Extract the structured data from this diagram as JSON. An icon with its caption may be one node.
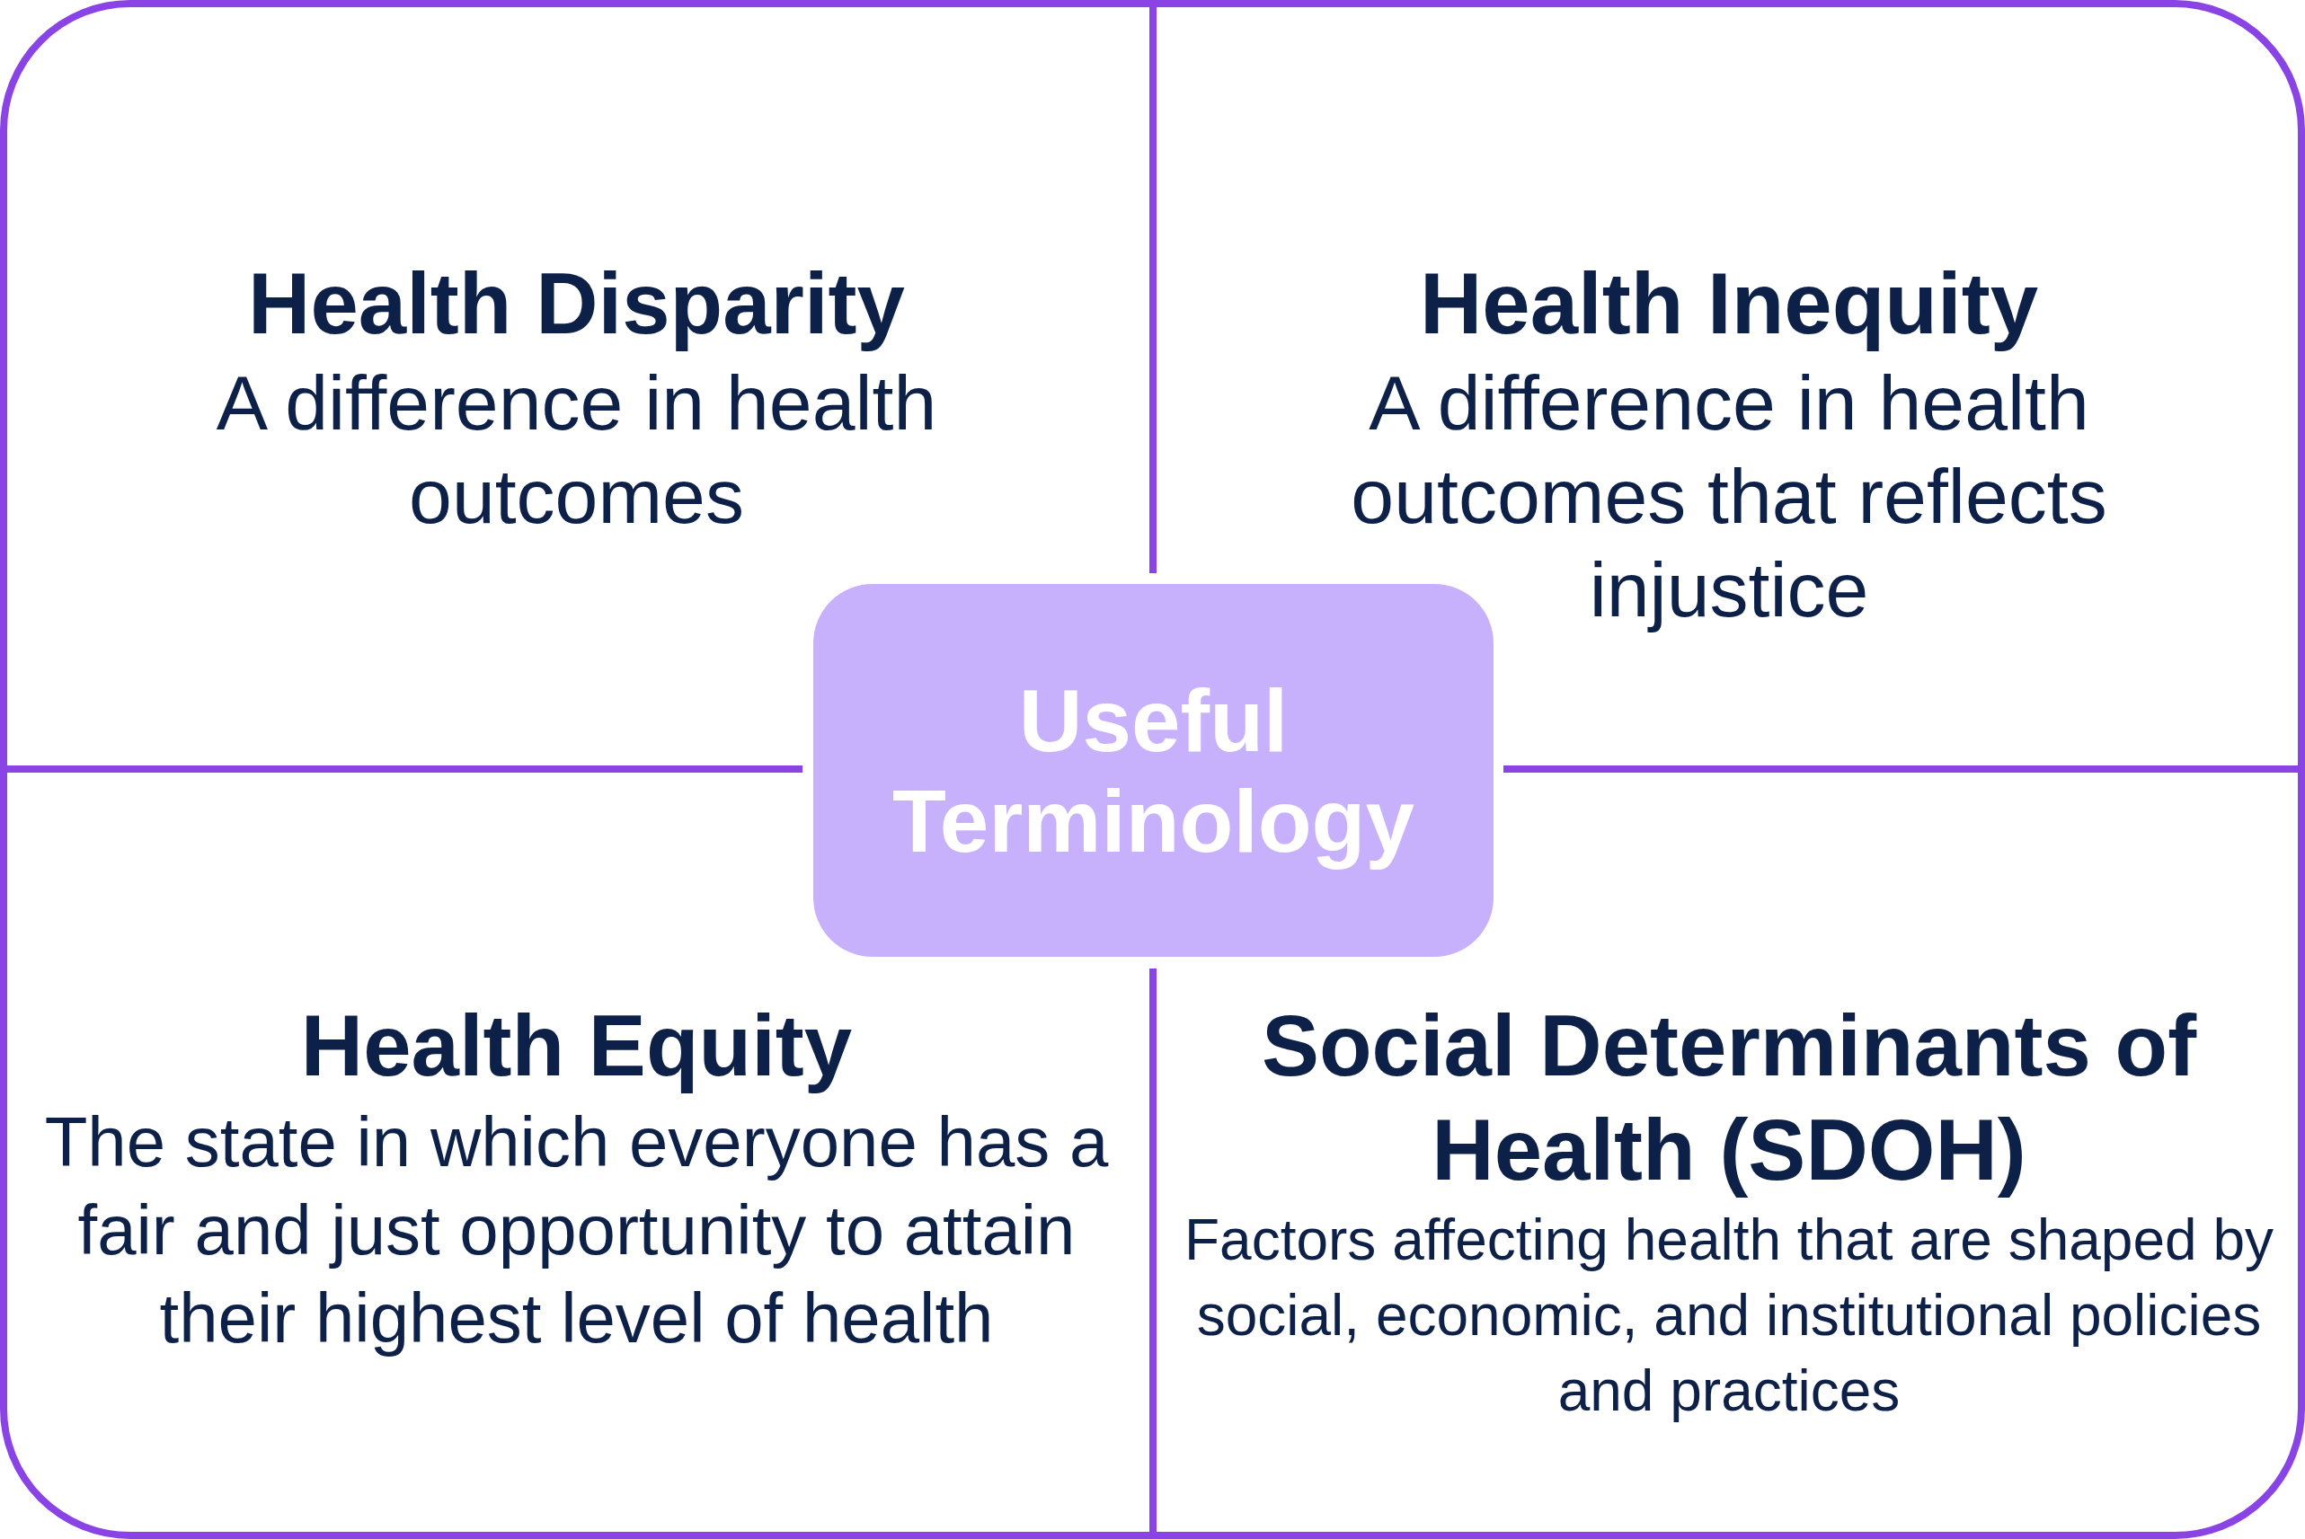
{
  "diagram": {
    "nodes": [
      {
        "text": [],
        "shape": "box"
      },
      {
        "text": [
          "Health Disparity",
          "A difference in health outcomes"
        ],
        "in": 0
      },
      {
        "text": [
          "Health Inequity",
          "A difference in health outcomes that reflects injustice"
        ],
        "in": 0
      },
      {
        "text": [
          "Useful Terminology"
        ],
        "in": 0
      },
      {
        "text": [
          "Health Equity",
          "The state in which everyone has a fair and just opportunity to attain their highest level of health"
        ],
        "in": 0
      },
      {
        "text": [
          "Social Determinants of Health (SDOH)",
          "Factors affecting health that are shaped by social, economic, and institutional policies and practices"
        ],
        "in": 0
      }
    ]
  }
}
